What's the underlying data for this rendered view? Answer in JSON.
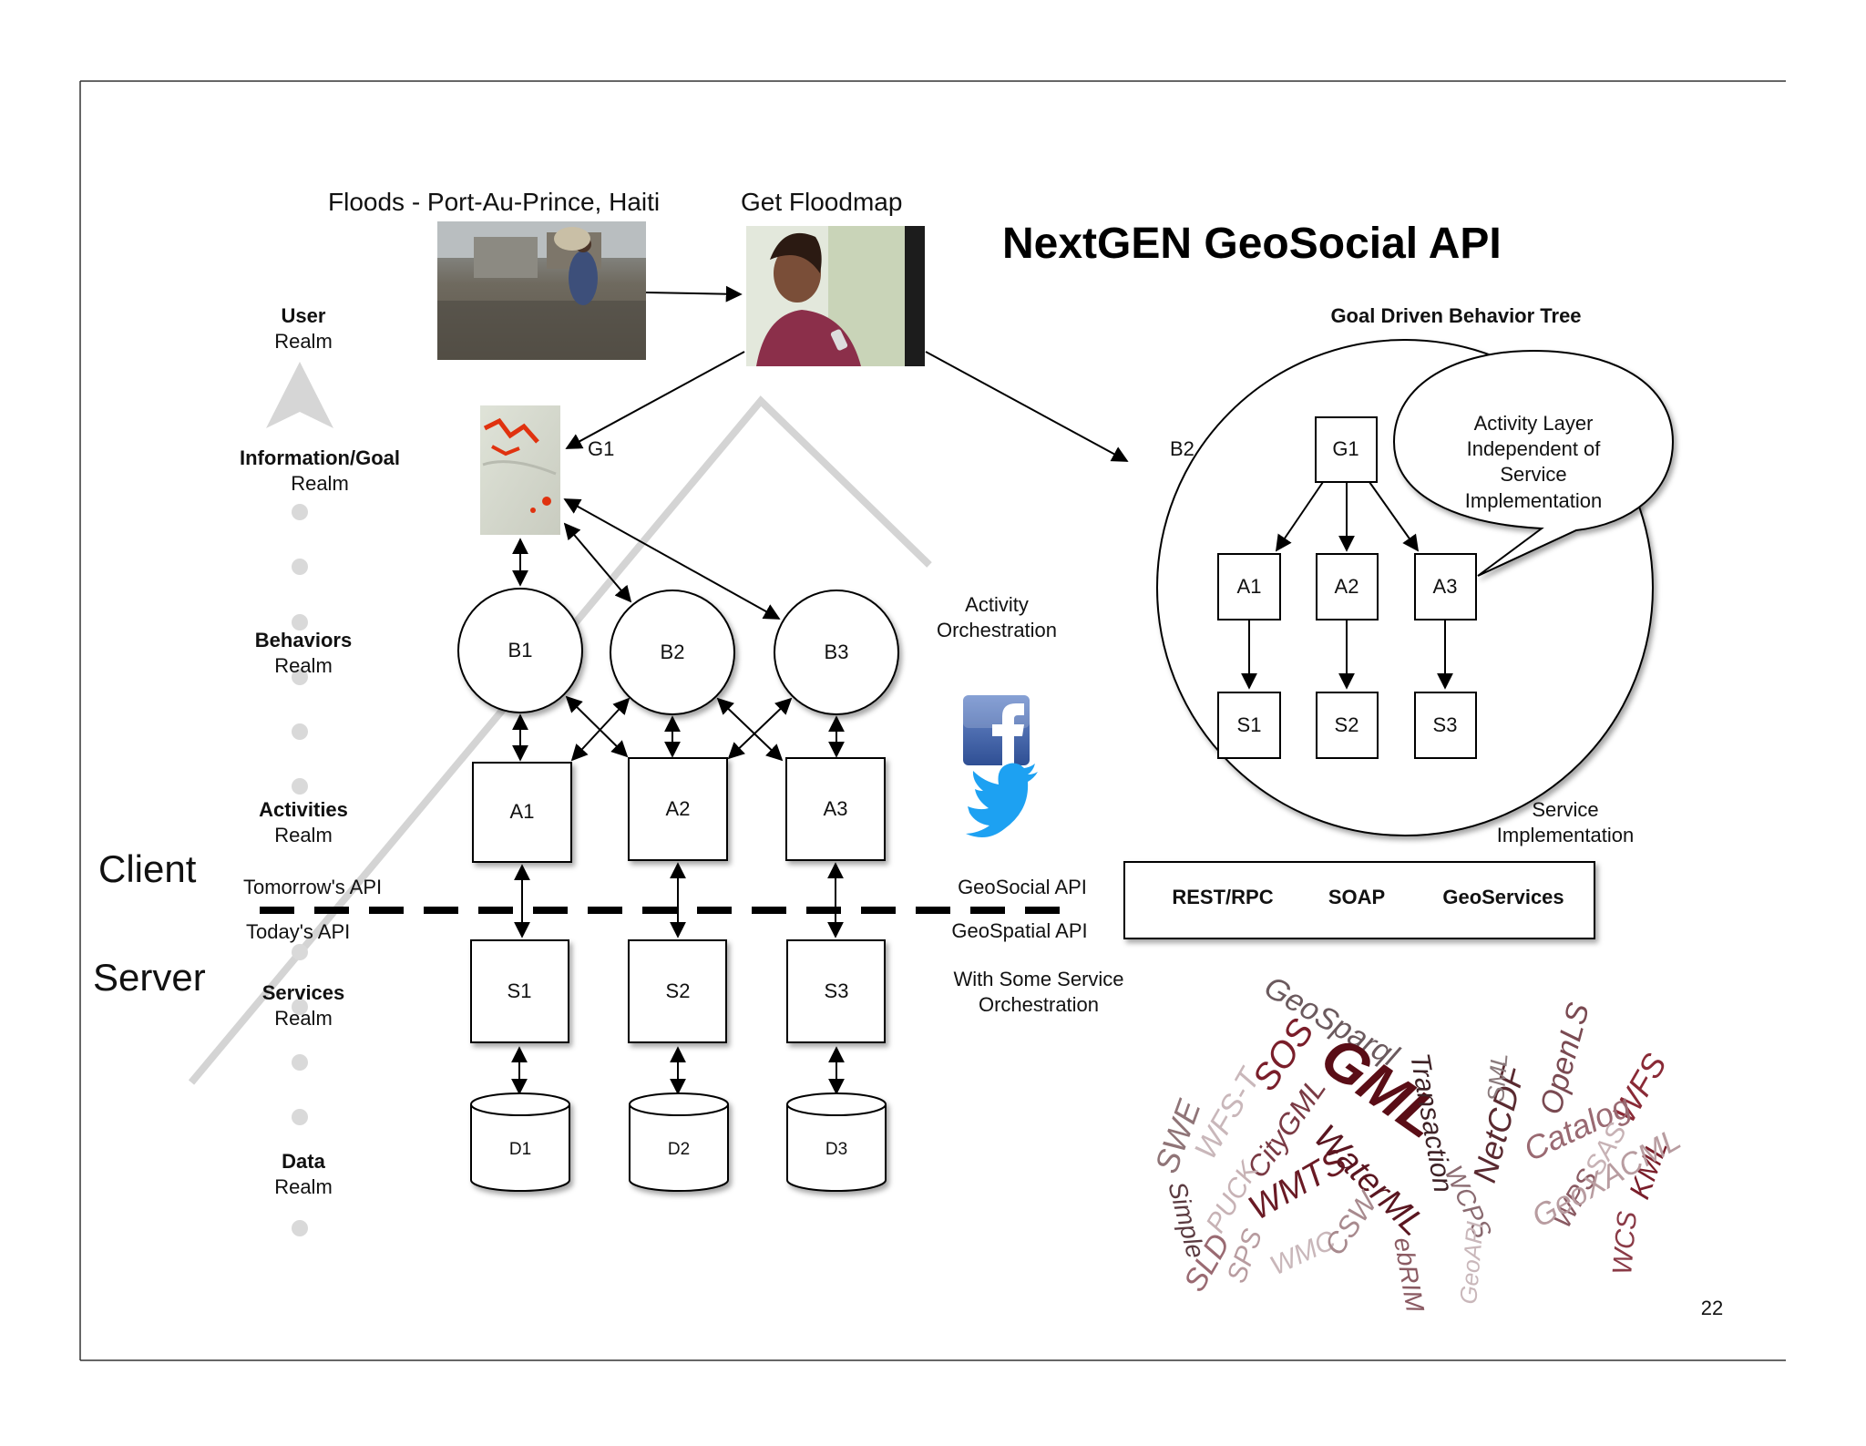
{
  "slide": {
    "title": "NextGEN GeoSocial API",
    "page_number": "22"
  },
  "photos": {
    "flood_caption": "Floods - Port-Au-Prince, Haiti",
    "floodmap_caption": "Get Floodmap"
  },
  "realms": {
    "user": [
      "User",
      "Realm"
    ],
    "information": [
      "Information/Goal",
      "Realm"
    ],
    "behaviors": [
      "Behaviors",
      "Realm"
    ],
    "activities": [
      "Activities",
      "Realm"
    ],
    "services": [
      "Services",
      "Realm"
    ],
    "data": [
      "Data",
      "Realm"
    ]
  },
  "side_labels": {
    "client": "Client",
    "server": "Server",
    "tomorrow_api": "Tomorrow's API",
    "today_api": "Today's API"
  },
  "left_diagram": {
    "goal": "G1",
    "behaviors": [
      "B1",
      "B2",
      "B3"
    ],
    "activities": [
      "A1",
      "A2",
      "A3"
    ],
    "services": [
      "S1",
      "S2",
      "S3"
    ],
    "data": [
      "D1",
      "D2",
      "D3"
    ]
  },
  "middle_labels": {
    "activity_orchestration": [
      "Activity",
      "Orchestration"
    ],
    "geosocial_api": "GeoSocial API",
    "geospatial_api": "GeoSpatial API",
    "service_orchestration": [
      "With Some Service",
      "Orchestration"
    ]
  },
  "behavior_tree": {
    "heading": "Goal Driven Behavior Tree",
    "root_label": "B2",
    "goal": "G1",
    "activities": [
      "A1",
      "A2",
      "A3"
    ],
    "services": [
      "S1",
      "S2",
      "S3"
    ],
    "callout": [
      "Activity Layer",
      "Independent of",
      "Service",
      "Implementation"
    ],
    "service_impl": [
      "Service",
      "Implementation"
    ]
  },
  "service_bar": [
    "REST/RPC",
    "SOAP",
    "GeoServices"
  ],
  "word_cloud": [
    {
      "text": "GeoSparql",
      "color": "#6b5a5e"
    },
    {
      "text": "SOS",
      "color": "#7a1e2a"
    },
    {
      "text": "GML",
      "color": "#5a0d16"
    },
    {
      "text": "WFS-T",
      "color": "#c9b7ba"
    },
    {
      "text": "SWE",
      "color": "#8f7477"
    },
    {
      "text": "CityGML",
      "color": "#7a3a44"
    },
    {
      "text": "Transaction",
      "color": "#3e2226"
    },
    {
      "text": "NetCDF",
      "color": "#5a2a30"
    },
    {
      "text": "SML",
      "color": "#8a7a7c"
    },
    {
      "text": "OpenLS",
      "color": "#7a4a52"
    },
    {
      "text": "WFS",
      "color": "#8a2a36"
    },
    {
      "text": "Catalog",
      "color": "#9a6a72"
    },
    {
      "text": "SAS",
      "color": "#c7b2b5"
    },
    {
      "text": "KML",
      "color": "#7a1e2a"
    },
    {
      "text": "Simple",
      "color": "#5a3a40"
    },
    {
      "text": "PUCK",
      "color": "#c7b2b5"
    },
    {
      "text": "WMTS",
      "color": "#6a1a24"
    },
    {
      "text": "WaterML",
      "color": "#5a1620"
    },
    {
      "text": "WCPS",
      "color": "#8a6a70"
    },
    {
      "text": "WPS",
      "color": "#8a5a62"
    },
    {
      "text": "GeoXACML",
      "color": "#b89ca0"
    },
    {
      "text": "WCS",
      "color": "#8a3a46"
    },
    {
      "text": "SLD",
      "color": "#9a6a72"
    },
    {
      "text": "SPS",
      "color": "#b89ca0"
    },
    {
      "text": "WMC",
      "color": "#c9b7ba"
    },
    {
      "text": "CSW",
      "color": "#a88a8e"
    },
    {
      "text": "ebRIM",
      "color": "#8a5a62"
    },
    {
      "text": "GeoAPI",
      "color": "#c9b7ba"
    }
  ]
}
